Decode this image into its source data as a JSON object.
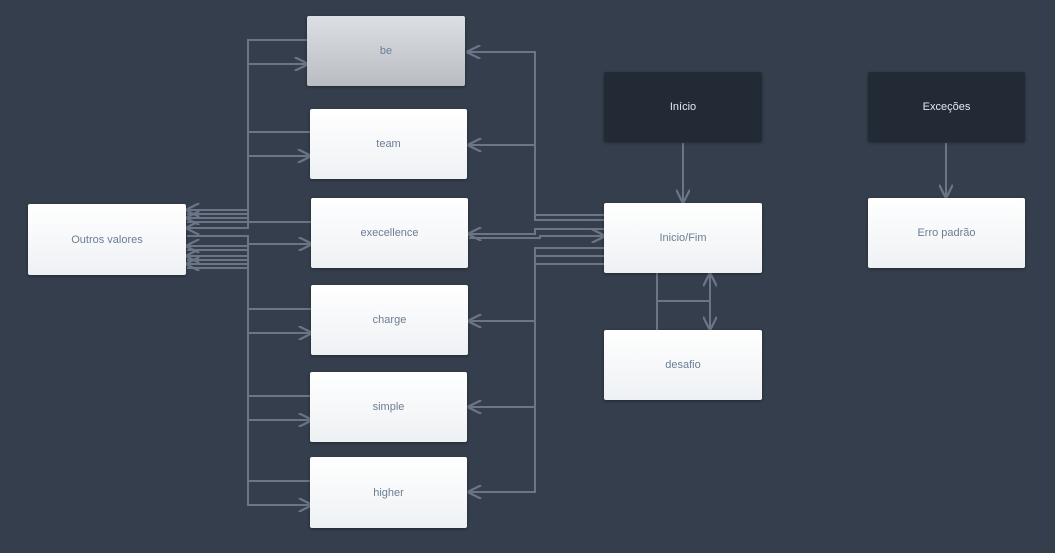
{
  "colors": {
    "background": "#353e4c",
    "edge": "#6b7585",
    "node_light": "#ffffff",
    "node_dark": "#222a36",
    "node_grey": "#c8cbd0",
    "node_text": "#6c7e95",
    "node_text_dark": "#e6e9ee"
  },
  "nodes": {
    "be": "be",
    "team": "team",
    "execellence": "execellence",
    "charge": "charge",
    "simple": "simple",
    "higher": "higher",
    "outros": "Outros valores",
    "inicio": "Início",
    "iniciofim": "Inicio/Fim",
    "desafio": "desafio",
    "excecoes": "Exceções",
    "erro": "Erro padrão"
  }
}
